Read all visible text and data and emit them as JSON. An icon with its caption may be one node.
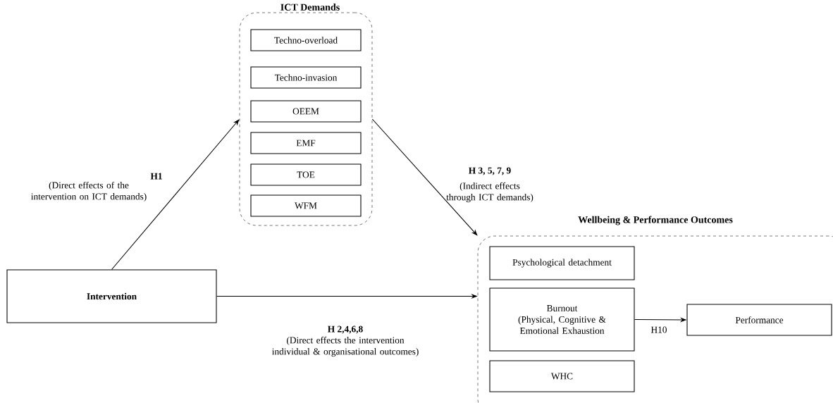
{
  "diagram": {
    "nodes": [
      {
        "text": [
          "ICT Demands"
        ]
      },
      {
        "text": [
          "Techno-overload"
        ],
        "in": 0
      },
      {
        "text": [
          "Techno-invasion"
        ],
        "in": 0
      },
      {
        "text": [
          "OEEM"
        ],
        "in": 0
      },
      {
        "text": [
          "EMF"
        ],
        "in": 0
      },
      {
        "text": [
          "TOE"
        ],
        "in": 0
      },
      {
        "text": [
          "WFM"
        ],
        "in": 0
      },
      {
        "text": [
          "Intervention"
        ]
      },
      {
        "text": [
          "Wellbeing & Performance Outcomes"
        ]
      },
      {
        "text": [
          "Psychological detachment"
        ],
        "in": 8
      },
      {
        "text": [
          "Burnout",
          "(Physical, Cognitive & Emotional Exhaustion"
        ],
        "in": 8
      },
      {
        "text": [
          "WHC"
        ],
        "in": 8
      },
      {
        "text": [
          "Performance"
        ],
        "in": 8
      }
    ],
    "edges": [
      {
        "from": 7,
        "to": 0,
        "arrow": "to",
        "label": "H1"
      },
      {
        "from": 0,
        "to": 8,
        "arrow": "to",
        "label": "H 3, 5, 7, 9"
      },
      {
        "from": 7,
        "to": 8,
        "arrow": "to",
        "label": "H 2,4,6,8"
      },
      {
        "from": 10,
        "to": 12,
        "arrow": "to",
        "label": "H10"
      }
    ],
    "labels": [
      "(Direct effects of the intervention on ICT demands)",
      "(Indirect effects through ICT  demands)",
      "(Direct effects the intervention individual & organisational outcomes)"
    ]
  }
}
